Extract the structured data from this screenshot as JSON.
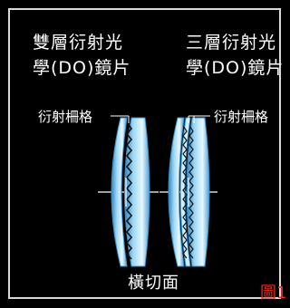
{
  "titles": {
    "double_layer": "雙層衍射光\n學(DO)鏡片",
    "triple_layer": "三層衍射光\n學(DO)鏡片"
  },
  "labels": {
    "grating_left": "衍射柵格",
    "grating_right": "衍射柵格",
    "cross_section": "橫切面"
  },
  "figure": {
    "number": "圖1"
  },
  "colors": {
    "background": "#000000",
    "frame": "#d9d9d9",
    "lens_fill": "#8fd0ef",
    "lens_edge": "#3a8fc6",
    "grating": "#111111",
    "figure_label": "#e0301e"
  }
}
